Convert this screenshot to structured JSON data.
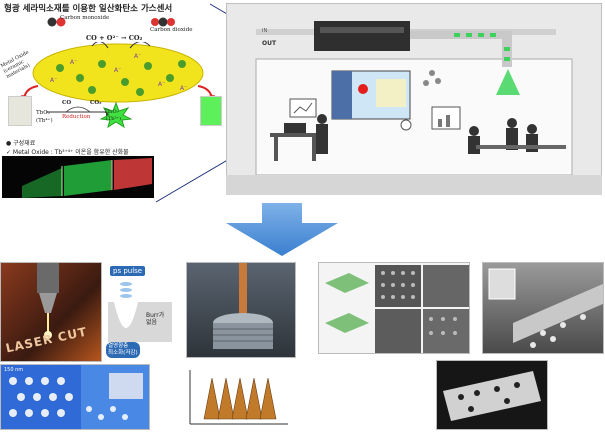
{
  "sensor": {
    "title": "형광 세라믹소재를 이용한 일산화탄소 가스센서",
    "carbon_monoxide": "Carbon monoxide",
    "carbon_dioxide": "Carbon dioxide",
    "reaction": "CO + O²⁻ → CO₂",
    "metal_oxide_label": "Metal Oxide (ceramic materials)",
    "co": "CO",
    "co2": "CO₂",
    "tbo2": "TbO₂",
    "tb4": "(Tb⁴⁺)",
    "tb4o7": "Tb₄O₇",
    "tb3": "(Tb³⁺)",
    "reduction": "Reduction",
    "bullet": "● 구성재료",
    "legend": "✓  Metal Oxide : Tb³⁺⁴⁺ 이온을 함유한 산화물"
  },
  "building": {
    "out_label": "OUT",
    "in_label": "IN"
  },
  "processing": {
    "ps_pulse": "ps pulse",
    "burr": "Burr가\n없음",
    "heat": "열영향층\n최소화(저감)",
    "laser_text": "LASER CUT",
    "scale": "150 nm"
  }
}
